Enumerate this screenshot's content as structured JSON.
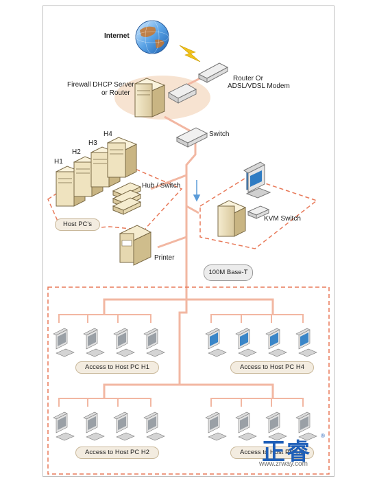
{
  "labels": {
    "internet": "Internet",
    "router_modem": [
      "Router Or",
      "ADSL/VDSL Modem"
    ],
    "firewall": [
      "Firewall DHCP Server",
      "or Router"
    ],
    "switch": "Switch",
    "h1": "H1",
    "h2": "H2",
    "h3": "H3",
    "h4": "H4",
    "hub_switch": "Hub / Switch",
    "host_pcs": "Host PC's",
    "kvm_switch": "KVM Switch",
    "printer": "Printer",
    "base_t": "100M Base-T",
    "access_h1": "Access to Host PC H1",
    "access_h4": "Access to Host PC H4",
    "access_h2": "Access to Host PC H2",
    "access_h3": "Access to Host PC H3"
  },
  "brand": {
    "name": "正睿",
    "reg": "®",
    "url": "www.zrway.com",
    "color": "#1f5fb8"
  },
  "colors": {
    "cable": "#f2b7a2",
    "dash": "#e87a5a",
    "highlight": "#f4d9c2",
    "workstation_gray": "#9aa0a6",
    "workstation_blue": "#3a86c8"
  },
  "icons": [
    "globe-icon",
    "lightning-icon",
    "modem-icon",
    "server-icon",
    "switch-icon",
    "host-pc-icon",
    "hub-stack-icon",
    "kvm-switch-icon",
    "monitor-icon",
    "printer-icon",
    "workstation-icon",
    "arrow-down-icon"
  ]
}
